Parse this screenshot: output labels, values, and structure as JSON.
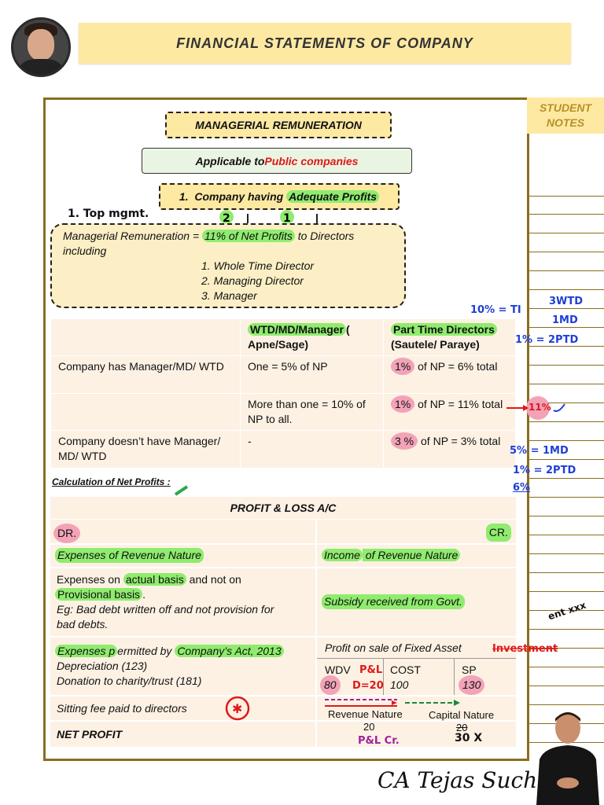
{
  "header": {
    "title": "FINANCIAL STATEMENTS OF COMPANY",
    "notes_line1": "STUDENT",
    "notes_line2": "NOTES"
  },
  "section": {
    "heading": "MANAGERIAL REMUNERATION",
    "applicable_prefix": "Applicable to ",
    "applicable_highlight": "Public companies",
    "case_prefix": "1.  Company having ",
    "case_highlight": "Adequate Profits"
  },
  "bubble": {
    "line1_prefix": "Managerial Remuneration = ",
    "line1_highlight": "11% of Net Profits",
    "line1_suffix": " to Directors",
    "line2": "including",
    "items": [
      "1.  Whole Time Director",
      "2.  Managing Director",
      "3.  Manager"
    ]
  },
  "rem_table": {
    "col2_head_hl": "WTD/MD/Manager",
    "col2_head_rest": "(",
    "col2_head_sub": "Apne/Sage)",
    "col3_head_hl": "Part Time Directors",
    "col3_head_sub": "(Sautele/ Paraye)",
    "r1c1": "Company has Manager/MD/ WTD",
    "r1c2": "One = 5% of NP",
    "r1c3_hl": "1%",
    "r1c3_rest": " of NP = 6% total",
    "r2c2": "More than one = 10% of NP to all.",
    "r2c3_hl": "1%",
    "r2c3_rest": " of NP = 11% total",
    "r3c1": "Company doesn’t have Manager/ MD/ WTD",
    "r3c2": "-",
    "r3c3_hl": "3 %",
    "r3c3_rest": " of NP = 3% total"
  },
  "calc_heading": "Calculation of Net Profits :",
  "pl": {
    "title": "PROFIT & LOSS A/C",
    "dr": "DR.",
    "cr": "CR.",
    "exp_revenue": "Expenses of Revenue Nature",
    "inc_hl": "Income",
    "inc_rest": " of Revenue Nature",
    "actual_a": "Expenses on ",
    "actual_hl": "actual basis",
    "actual_b": " and not on",
    "prov_hl": "Provisional basis",
    "prov_rest": ".",
    "eg1": "Eg: Bad debt  written off and not provision for",
    "eg2": "bad debts.",
    "subsidy": "Subsidy received from Govt.",
    "perm_hl1": "Expenses p",
    "perm_mid": "ermitted by ",
    "perm_hl2": "Company’s Act, 2013",
    "dep": "Depreciation (123)",
    "don": "Donation to charity/trust (181)",
    "profit_sale": "Profit on sale of Fixed Asset",
    "wdv": "WDV",
    "cost": "COST",
    "sp": "SP",
    "wdv_val": "80",
    "cost_val": "100",
    "sp_val": "130",
    "sitting": "Sitting fee paid to directors",
    "rev_nature": "Revenue Nature",
    "rev_val": "20",
    "cap_nature": "Capital Nature",
    "cap_val": "20",
    "net_profit": "NET PROFIT"
  },
  "handwriting": {
    "top_mgmt": "1. Top mgmt.",
    "ten_ti": "10% = TI",
    "three_wtd": "3WTD",
    "one_md": "1MD",
    "one_pct": "1% = 2PTD",
    "eleven": "11%",
    "st": "5% = 1MD",
    "pct2": "1% = 2PTD",
    "six": "6%",
    "ent": "ent xxx",
    "investment": "Investment",
    "pl_small": "P&L",
    "d20": "D=20",
    "pl_cr": "P&L Cr.",
    "thirty": "30 X",
    "signature": "CA Tejas Suchak"
  },
  "colors": {
    "accent_yellow": "#fde9a2",
    "highlight_green": "#8fec6e",
    "highlight_pink": "#f2a3b8",
    "frame": "#8a6d1f",
    "red_text": "#e01818",
    "ink_blue": "#1e3fd6"
  }
}
